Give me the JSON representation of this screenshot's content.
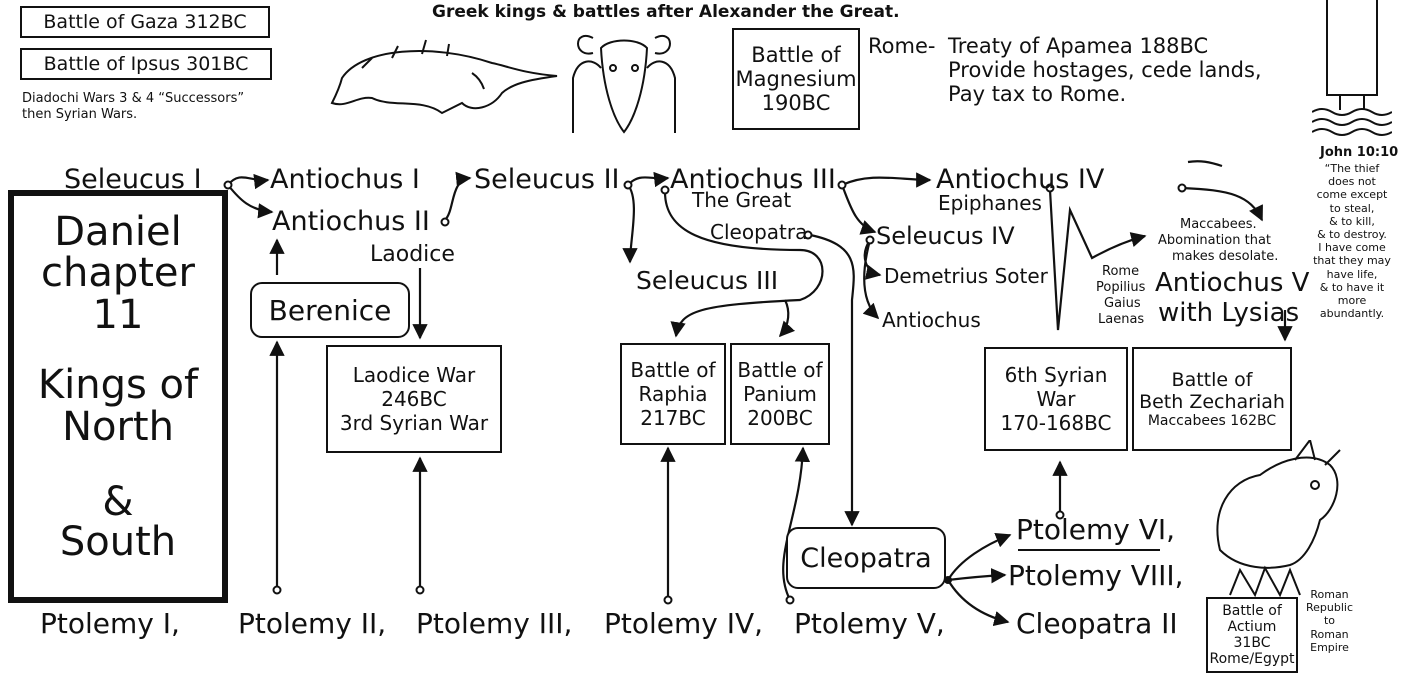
{
  "title": "Greek kings & battles after Alexander the Great.",
  "top_left": {
    "battle_gaza": "Battle of Gaza 312BC",
    "battle_ipsus": "Battle of Ipsus 301BC",
    "note_line1": "Diadochi Wars 3 & 4 “Successors”",
    "note_line2": "then Syrian Wars."
  },
  "main_box": {
    "daniel": "Daniel",
    "chapter": "chapter 11",
    "kings": "Kings of",
    "north": "North",
    "amp": "&",
    "south": "South"
  },
  "north_kings": {
    "seleucus1": "Seleucus I",
    "antiochus1": "Antiochus I",
    "seleucus2": "Seleucus II",
    "antiochus3": "Antiochus III",
    "antiochus3_epithet": "The Great",
    "cleopatra_label": "Cleopatra",
    "antiochus4": "Antiochus IV",
    "epiphanes": "Epiphanes",
    "antiochus2": "Antiochus II",
    "laodice": "Laodice",
    "seleucus3": "Seleucus III",
    "seleucus4": "Seleucus IV",
    "demetrius": "Demetrius Soter",
    "antiochus_son": "Antiochus",
    "antiochus5": "Antiochus V",
    "with_lysias": "with Lysias"
  },
  "berenice": "Berenice",
  "rome_popilius": {
    "l1": "Rome",
    "l2": "Popilius",
    "l3": "Gaius",
    "l4": "Laenas"
  },
  "maccabees": {
    "l1": "Maccabees.",
    "l2": "Abomination that",
    "l3": "makes desolate."
  },
  "battles": {
    "magnesium": {
      "l1": "Battle of",
      "l2": "Magnesium",
      "l3": "190BC"
    },
    "laodice_war": {
      "l1": "Laodice War",
      "l2": "246BC",
      "l3": "3rd Syrian War"
    },
    "raphia": {
      "l1": "Battle of",
      "l2": "Raphia",
      "l3": "217BC"
    },
    "panium": {
      "l1": "Battle of",
      "l2": "Panium",
      "l3": "200BC"
    },
    "sixth_syrian": {
      "l1": "6th Syrian",
      "l2": "War",
      "l3": "170-168BC"
    },
    "beth_zechariah": {
      "l1": "Battle of",
      "l2": "Beth Zechariah",
      "l3": "Maccabees 162BC"
    },
    "actium": {
      "l1": "Battle of",
      "l2": "Actium 31BC",
      "l3": "Rome/Egypt"
    }
  },
  "rome_treaty": {
    "l1": "Rome-",
    "l2": "Treaty of Apamea 188BC",
    "l3": "Provide hostages, cede lands,",
    "l4": "Pay tax to Rome."
  },
  "cleopatra_box": "Cleopatra",
  "south_kings": {
    "p1": "Ptolemy I,",
    "p2": "Ptolemy II,",
    "p3": "Ptolemy III,",
    "p4": "Ptolemy IV,",
    "p5": "Ptolemy V,",
    "p6": "Ptolemy VI,",
    "p8": "Ptolemy VIII,",
    "cleo2": "Cleopatra II"
  },
  "john": {
    "ref": "John 10:10",
    "quote": "“The thief\ndoes not\ncome except\nto steal,\n& to kill,\n& to destroy.\nI have come\nthat they may\nhave life,\n& to have it\nmore\nabundantly."
  },
  "roman": "Roman\nRepublic\nto\nRoman\nEmpire",
  "colors": {
    "ink": "#111111",
    "paper": "#ffffff"
  }
}
